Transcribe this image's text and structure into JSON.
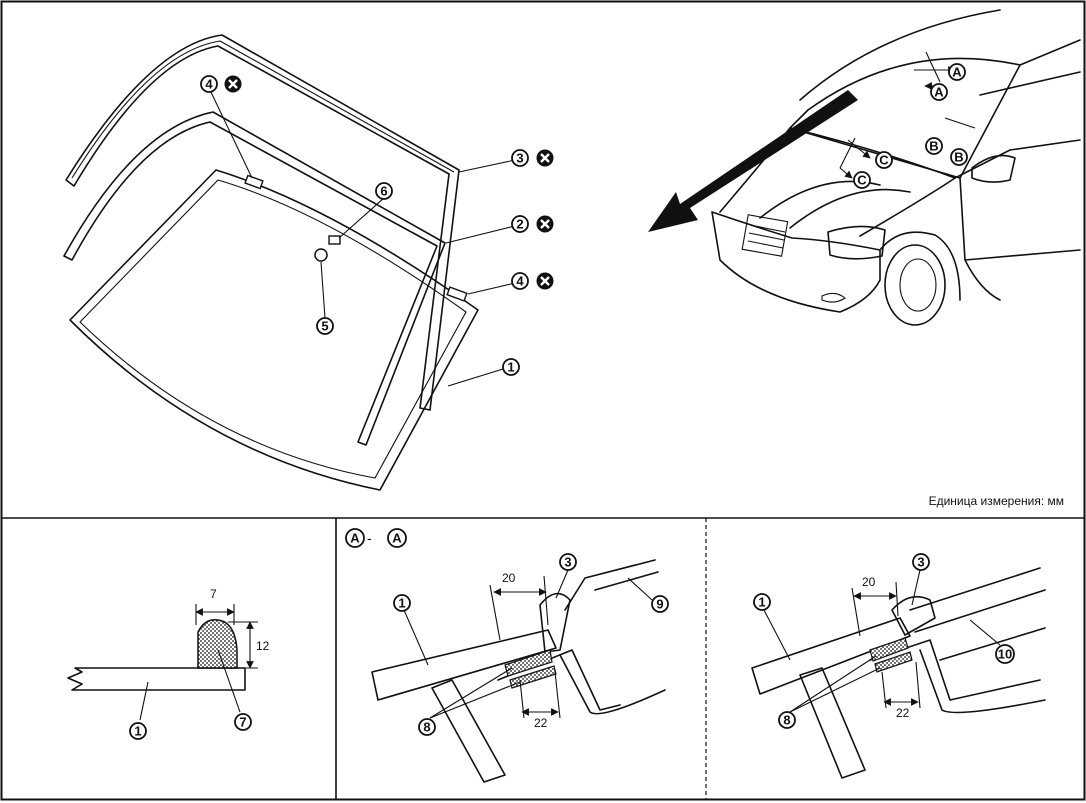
{
  "unit_label": "Единица измерения: мм",
  "callouts": {
    "c1": "1",
    "c2": "2",
    "c3": "3",
    "c4": "4",
    "c5": "5",
    "c6": "6",
    "c7": "7",
    "c8": "8",
    "c9": "9",
    "c10": "10"
  },
  "view_letters": {
    "a": "A",
    "b": "B",
    "c": "C"
  },
  "section_title": {
    "left": "A",
    "dash": "-",
    "right": "A"
  },
  "dimensions": {
    "bead_width": "7",
    "bead_height": "12",
    "aa_upper": "20",
    "aa_lower": "22",
    "other_upper": "20",
    "other_lower": "22"
  },
  "icons": {
    "replace_mark": "circle-x-icon",
    "view_arrow": "arrow-icon"
  },
  "colors": {
    "ink": "#111111",
    "paper": "#ffffff"
  }
}
